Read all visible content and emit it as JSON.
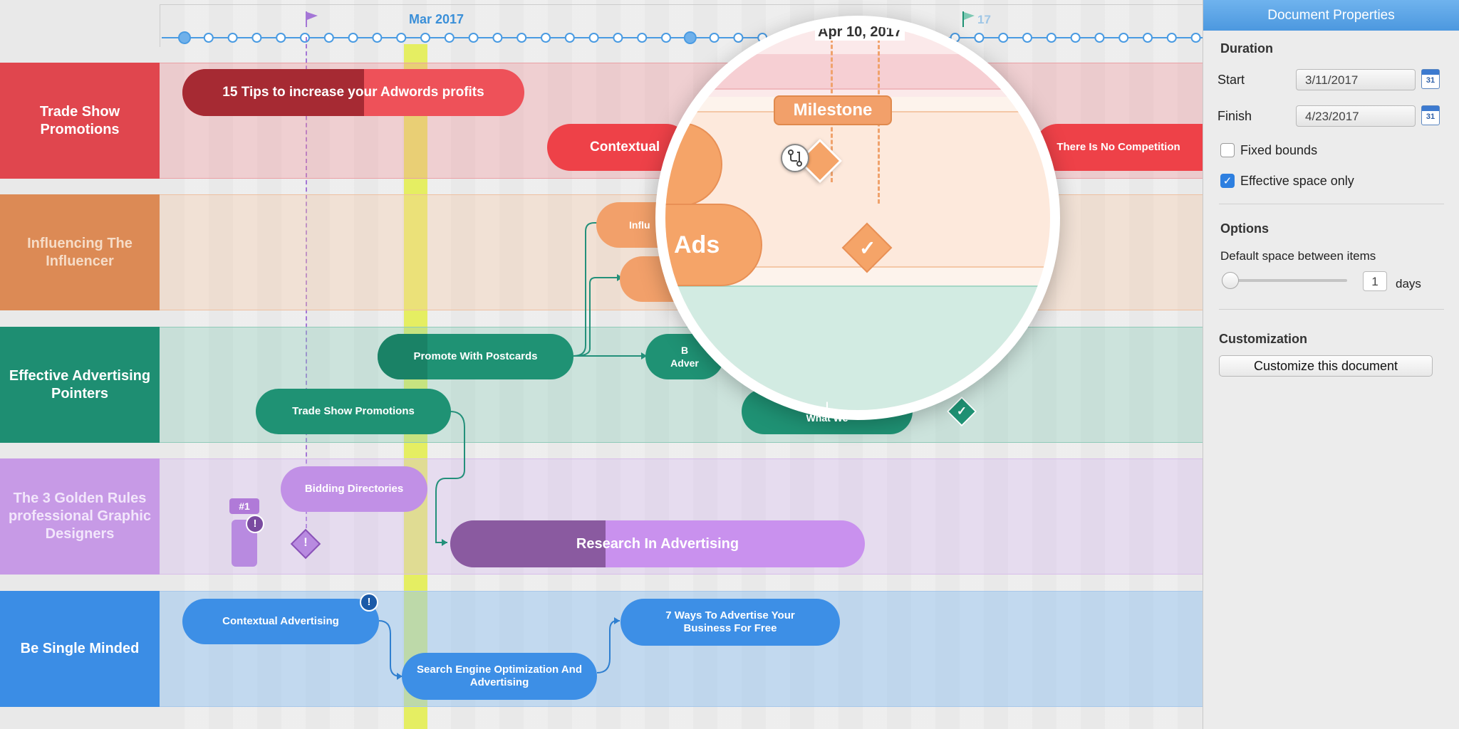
{
  "timeline": {
    "month_label": "Mar 2017",
    "date_label": "Apr 10, 2017",
    "date_label_tail": "17"
  },
  "lanes": [
    {
      "label": "Trade Show Promotions",
      "color": "#d73a42"
    },
    {
      "label": "Influencing The Influencer",
      "color": "#d57f42"
    },
    {
      "label": "Effective Advertising Pointers",
      "color": "#1e8a70"
    },
    {
      "label": "The 3 Golden Rules professional Graphic Designers",
      "color": "#b07ad8"
    },
    {
      "label": "Be Single Minded",
      "color": "#3d8ae0"
    }
  ],
  "tasks": {
    "tips": "15 Tips to increase your Adwords profits",
    "contextual_top": "Contextual",
    "no_competition": "There Is No Competition",
    "influ": "Influ",
    "postcards": "Promote With Postcards",
    "adve_b": "B",
    "adve": "Adver",
    "trade_show": "Trade Show Promotions",
    "what_we": "What We",
    "what_we_top": "I",
    "bidding": "Bidding Directories",
    "research": "Research In Advertising",
    "contextual_bottom": "Contextual Advertising",
    "seo": "Search Engine Optimization And Advertising",
    "seven_ways": "7 Ways To Advertise Your Business For Free"
  },
  "badges": {
    "number": "#1",
    "alert": "!"
  },
  "lens": {
    "milestone_label": "Milestone",
    "ads_label": "Ads"
  },
  "panel": {
    "title": "Document Properties",
    "duration_heading": "Duration",
    "start_label": "Start",
    "start_value": "3/11/2017",
    "finish_label": "Finish",
    "finish_value": "4/23/2017",
    "calendar_day": "31",
    "fixed_bounds": "Fixed bounds",
    "fixed_bounds_checked": false,
    "effective_space": "Effective space only",
    "effective_space_checked": true,
    "options_heading": "Options",
    "default_space_label": "Default space between items",
    "space_value": "1",
    "space_unit": "days",
    "customization_heading": "Customization",
    "customize_button": "Customize this document"
  }
}
